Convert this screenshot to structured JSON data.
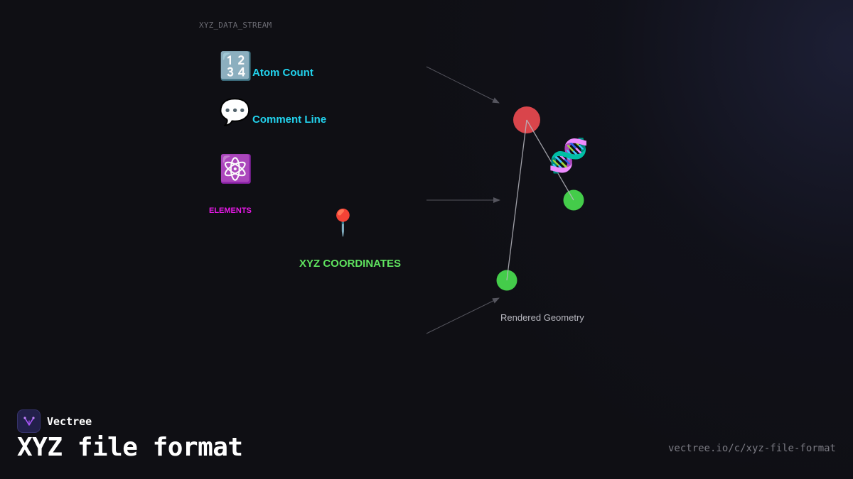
{
  "diagram": {
    "stream_label": "XYZ_DATA_STREAM",
    "icons": {
      "atom_count": "🔢",
      "comment_line": "💬",
      "elements": "⚛️",
      "coordinates": "📍",
      "molecule": "🧬"
    },
    "labels": {
      "atom_count": "Atom Count",
      "comment_line": "Comment Line",
      "elements": "ELEMENTS",
      "coordinates": "XYZ COORDINATES",
      "rendered_geometry": "Rendered Geometry"
    },
    "colors": {
      "cyan": "#22d3ee",
      "magenta": "#e619e6",
      "green_label": "#5fe35f",
      "atom_red": "#d9454b",
      "atom_green": "#44cc4a",
      "arrow": "#55555e",
      "bond": "#b8b8c0"
    }
  },
  "footer": {
    "brand_name": "Vectree",
    "title": "XYZ file format",
    "url": "vectree.io/c/xyz-file-format"
  }
}
